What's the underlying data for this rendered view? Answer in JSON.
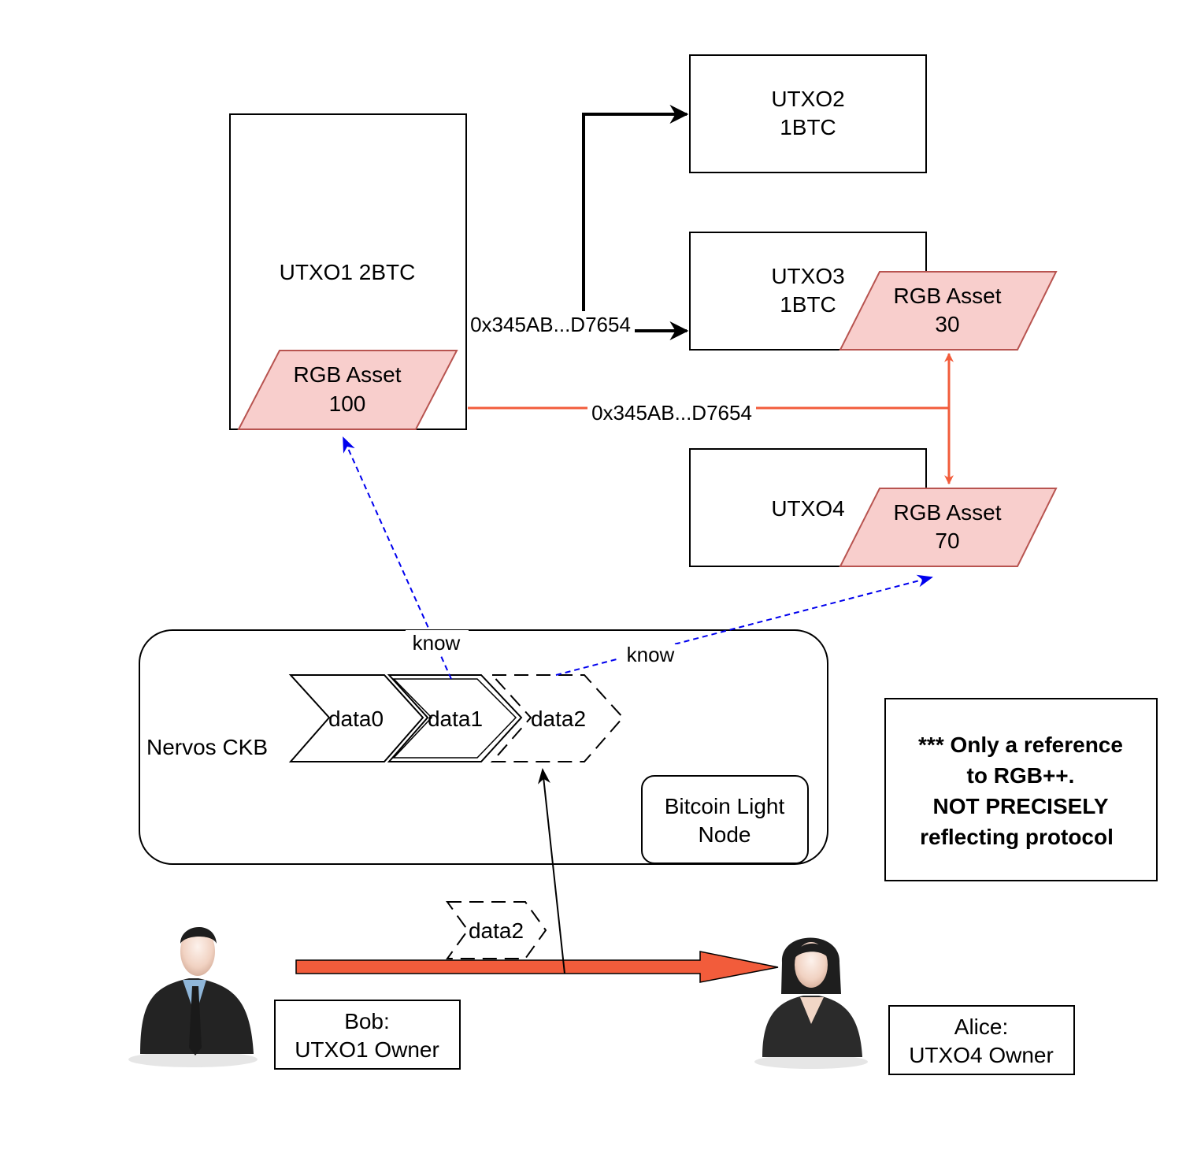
{
  "utxo1": {
    "label": "UTXO1 2BTC",
    "asset_line1": "RGB Asset",
    "asset_line2": "100"
  },
  "utxo2": {
    "line1": "UTXO2",
    "line2": "1BTC"
  },
  "utxo3": {
    "line1": "UTXO3",
    "line2": "1BTC",
    "asset_line1": "RGB Asset",
    "asset_line2": "30"
  },
  "utxo4": {
    "label": "UTXO4",
    "asset_line1": "RGB Asset",
    "asset_line2": "70"
  },
  "edges": {
    "btc_tx_label": "0x345AB...D7654",
    "rgb_tx_label": "0x345AB...D7654",
    "know_left": "know",
    "know_right": "know"
  },
  "ckb": {
    "label": "Nervos CKB",
    "cells": [
      "data0",
      "data1",
      "data2"
    ],
    "light_node_line1": "Bitcoin Light",
    "light_node_line2": "Node"
  },
  "transfer": {
    "data_label": "data2"
  },
  "bob": {
    "line1": "Bob:",
    "line2": "UTXO1 Owner"
  },
  "alice": {
    "line1": "Alice:",
    "line2": "UTXO4 Owner"
  },
  "note": {
    "line1": "*** Only a reference",
    "line2": "to RGB++.",
    "line3": "NOT PRECISELY",
    "line4": "reflecting protocol"
  },
  "colors": {
    "asset_fill": "#f8cecc",
    "asset_stroke": "#b85450",
    "rgb_flow": "#f25c3b",
    "know_arrow": "#0000ee",
    "stroke": "#000000"
  }
}
